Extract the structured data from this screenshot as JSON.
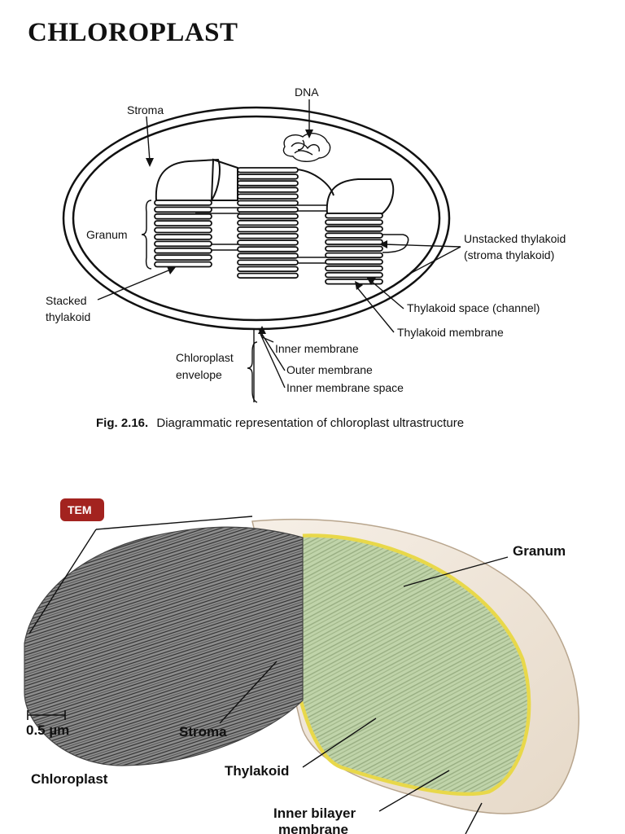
{
  "title": "CHLOROPLAST",
  "diagram1": {
    "labels": {
      "dna": "DNA",
      "stroma": "Stroma",
      "granum": "Granum",
      "stacked_thylakoid_1": "Stacked",
      "stacked_thylakoid_2": "thylakoid",
      "unstacked_1": "Unstacked thylakoid",
      "unstacked_2": "(stroma thylakoid)",
      "thylakoid_space": "Thylakoid space (channel)",
      "thylakoid_membrane": "Thylakoid membrane",
      "inner_membrane": "Inner membrane",
      "envelope_1": "Chloroplast",
      "envelope_2": "envelope",
      "outer_membrane": "Outer membrane",
      "inner_membrane_space": "Inner membrane space"
    },
    "caption_number": "Fig. 2.16.",
    "caption_text": "Diagrammatic representation of chloroplast ultrastructure"
  },
  "diagram2": {
    "badge": "TEM",
    "labels": {
      "granum": "Granum",
      "scale": "0.5 µm",
      "stroma": "Stroma",
      "chloroplast": "Chloroplast",
      "thylakoid": "Thylakoid",
      "inner_bilayer_1": "Inner bilayer",
      "inner_bilayer_2": "membrane"
    }
  },
  "colors": {
    "badge": "#a3231f",
    "green": "#8fb36b",
    "yellow": "#e8d84a",
    "tem_dark": "#3a3a3a"
  }
}
